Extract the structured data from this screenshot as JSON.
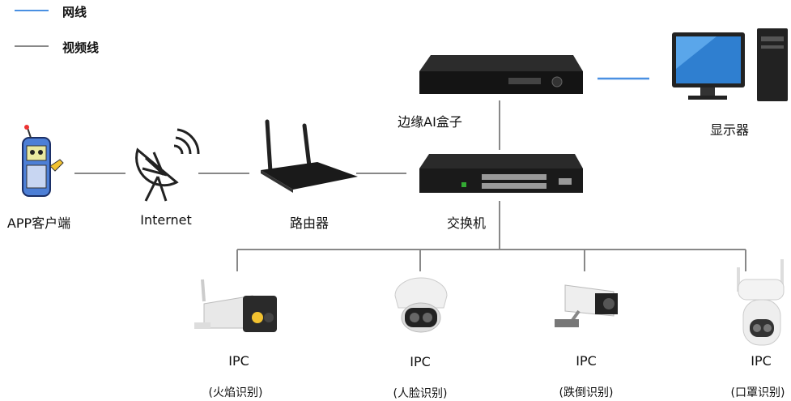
{
  "legend": [
    {
      "label": "网线",
      "color": "#4a90e2"
    },
    {
      "label": "视频线",
      "color": "#888888"
    }
  ],
  "nodes": {
    "app": "APP客户端",
    "internet": "Internet",
    "router": "路由器",
    "switch": "交换机",
    "ai_box": "边缘AI盒子",
    "monitor": "显示器"
  },
  "cameras": [
    {
      "label": "IPC",
      "function": "(火焰识别)"
    },
    {
      "label": "IPC",
      "function": "(人脸识别)"
    },
    {
      "label": "IPC",
      "function": "(跌倒识别)"
    },
    {
      "label": "IPC",
      "function": "(口罩识别)"
    }
  ]
}
